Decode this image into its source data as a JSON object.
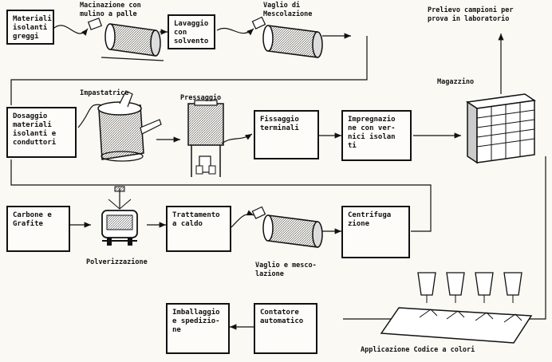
{
  "boxes": {
    "materiali": "Materiali\nisolanti\ngreggi",
    "lavaggio": "Lavaggio\ncon\nsolvento",
    "dosaggio": "Dosaggio\nmateriali\nisolanti e\nconduttori",
    "fissaggio": "Fissaggio\nterminali",
    "impregnazione": "Impregnazio\nne con ver-\nnici isolan\nti",
    "carbone": "Carbone e\nGrafite",
    "trattamento": "Trattamento\na caldo",
    "centrifugazione": "Centrifuga\nzione",
    "imballaggio": "Imballaggio\ne spedizio-\nne",
    "contatore": "Contatore\nautomatico"
  },
  "labels": {
    "macinazione": "Macinazione con\nmulino a palle",
    "vaglio_mescolazione": "Vaglio di\nMescolazione",
    "impastatrice": "Impastatrice",
    "pressaggio": "Pressaggio",
    "magazzino": "Magazzino",
    "prelievo": "Prelievo campioni per\nprova in laboratorio",
    "polverizzazione": "Polverizzazione",
    "vaglio_e_mescolazione": "Vaglio e mesco-\nlazione",
    "applicazione": "Applicazione  Codice a colori"
  }
}
